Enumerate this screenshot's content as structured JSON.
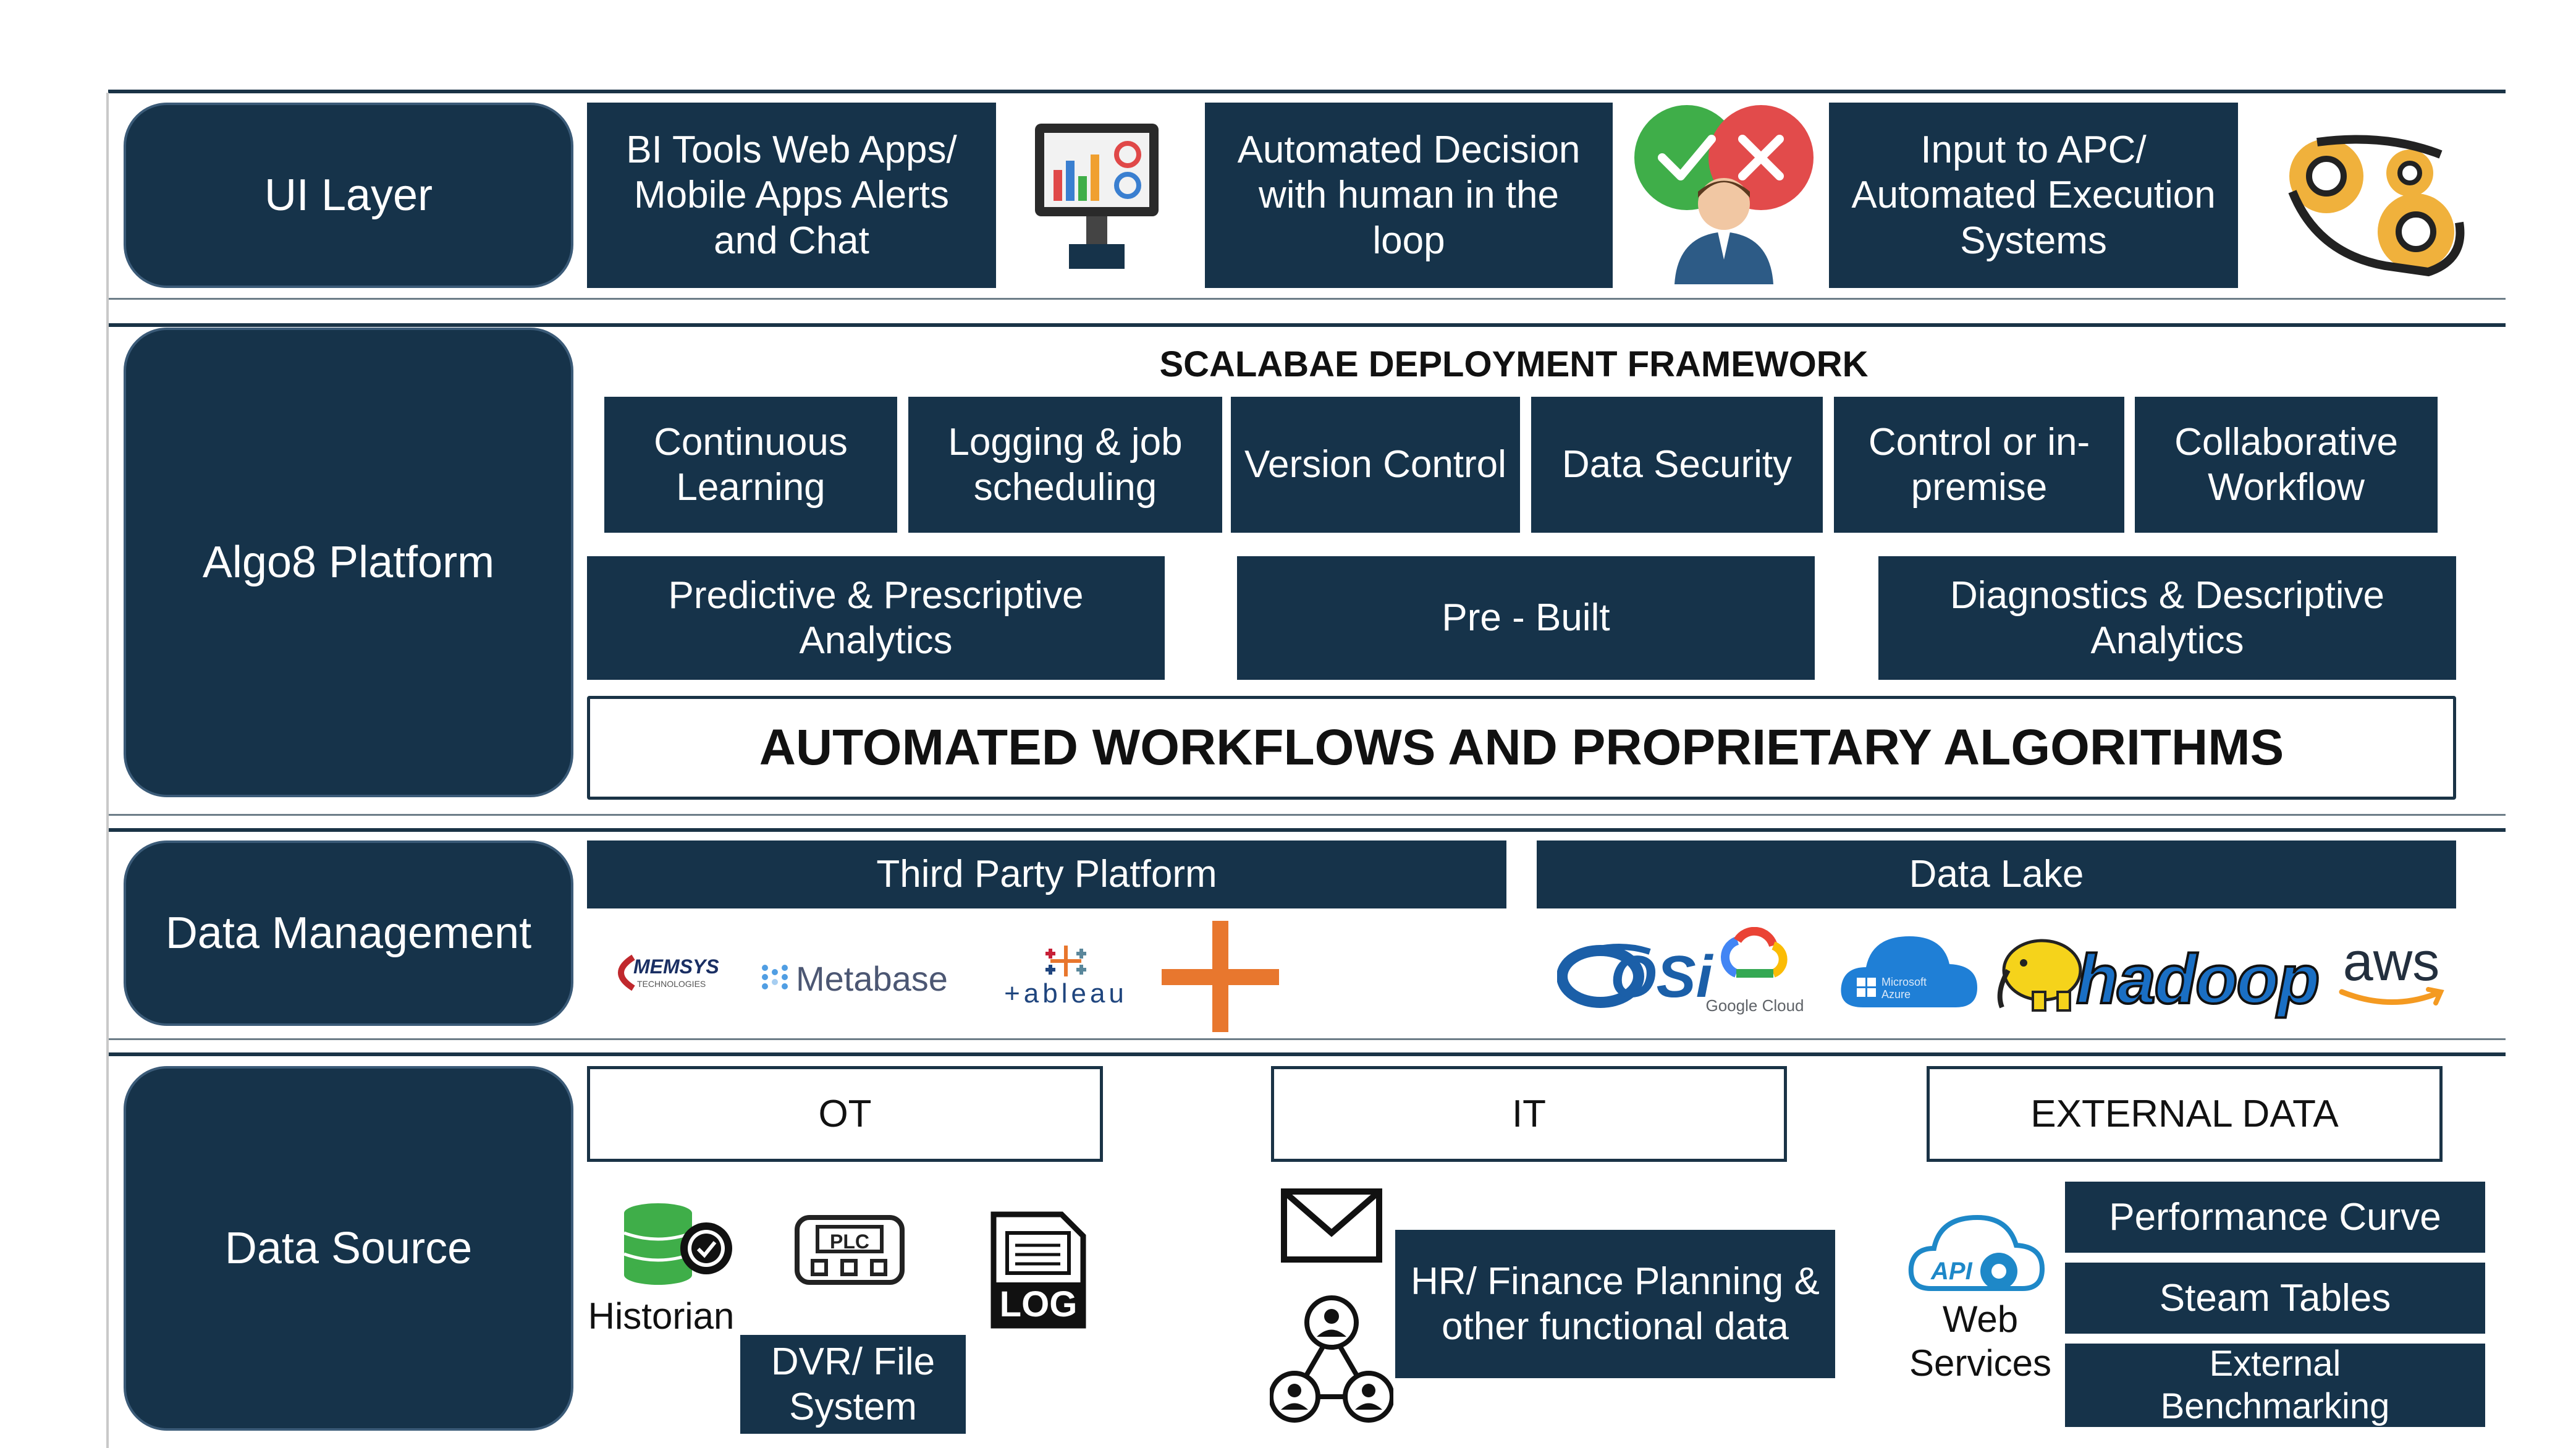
{
  "layers": {
    "ui": "UI Layer",
    "platform": "Algo8 Platform",
    "data_management": "Data Management",
    "data_source": "Data Source"
  },
  "ui_layer": {
    "bi_tools": "BI Tools Web Apps/ Mobile Apps Alerts and Chat",
    "decision": "Automated Decision with human in the loop",
    "apc": "Input to APC/ Automated Execution Systems"
  },
  "platform": {
    "framework_title": "SCALABAE DEPLOYMENT FRAMEWORK",
    "features": [
      "Continuous Learning",
      "Logging & job scheduling",
      "Version Control",
      "Data Security",
      "Control or in-premise",
      "Collaborative Workflow"
    ],
    "analytics": [
      "Predictive & Prescriptive Analytics",
      "Pre - Built",
      "Diagnostics & Descriptive Analytics"
    ],
    "banner": "AUTOMATED WORKFLOWS AND PROPRIETARY ALGORITHMS"
  },
  "data_management": {
    "third_party": "Third Party Platform",
    "data_lake": "Data Lake",
    "logos": {
      "memsys": "MEMSYS",
      "memsys_sub": "TECHNOLOGIES",
      "metabase": "Metabase",
      "tableau": "+ableau",
      "osi": "OSi",
      "google_cloud": "Google Cloud",
      "azure": "Microsoft Azure",
      "hadoop": "hadoop",
      "aws": "aws"
    }
  },
  "data_source": {
    "ot": "OT",
    "it": "IT",
    "external": "EXTERNAL DATA",
    "historian": "Historian",
    "plc": "PLC",
    "log": "LOG",
    "dvr": "DVR/ File System",
    "hr": "HR/ Finance  Planning & other functional data",
    "web_services": "Web Services",
    "api": "API",
    "external_items": [
      "Performance Curve",
      "Steam Tables",
      "External Benchmarking"
    ]
  },
  "colors": {
    "navy": "#16334a",
    "green": "#3fae49",
    "red": "#e24b4b",
    "orange": "#e8772e",
    "hadoop_yellow": "#f5d31b",
    "azure_blue": "#1f7fd6"
  }
}
